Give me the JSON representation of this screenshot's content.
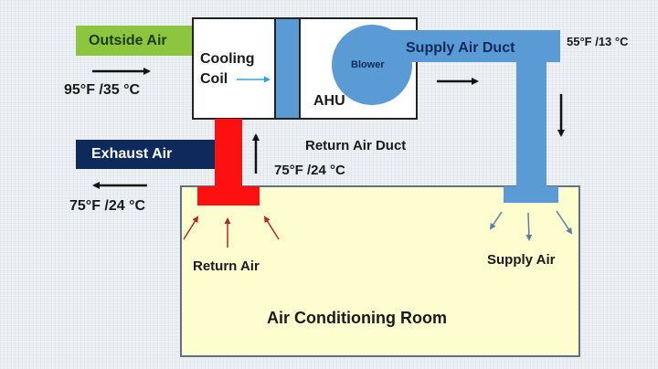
{
  "diagram": {
    "title": "AHU Air Flow Diagram",
    "colors": {
      "outside_air": "#8cc63f",
      "exhaust_air": "#0e2a5c",
      "return_duct": "#ff1010",
      "supply_duct": "#5b9bd5",
      "room_fill": "#fdfdd0",
      "room_border": "#5f7381",
      "coil_arrow": "#29a8e0",
      "supply_arrows": "#5b7fa6",
      "return_arrows": "#b02a2a"
    },
    "labels": {
      "outside_air": "Outside Air",
      "outside_temp": "95°F /35 °C",
      "cooling_coil_line1": "Cooling",
      "cooling_coil_line2": "Coil",
      "ahu": "AHU",
      "blower": "Blower",
      "supply_air_duct": "Supply Air Duct",
      "supply_temp": "55°F /13 °C",
      "exhaust_air": "Exhaust Air",
      "exhaust_temp": "75°F /24 °C",
      "return_air_duct": "Return Air Duct",
      "return_duct_temp": "75°F /24 °C",
      "return_air": "Return Air",
      "supply_air": "Supply Air",
      "room": "Air Conditioning Room"
    }
  }
}
